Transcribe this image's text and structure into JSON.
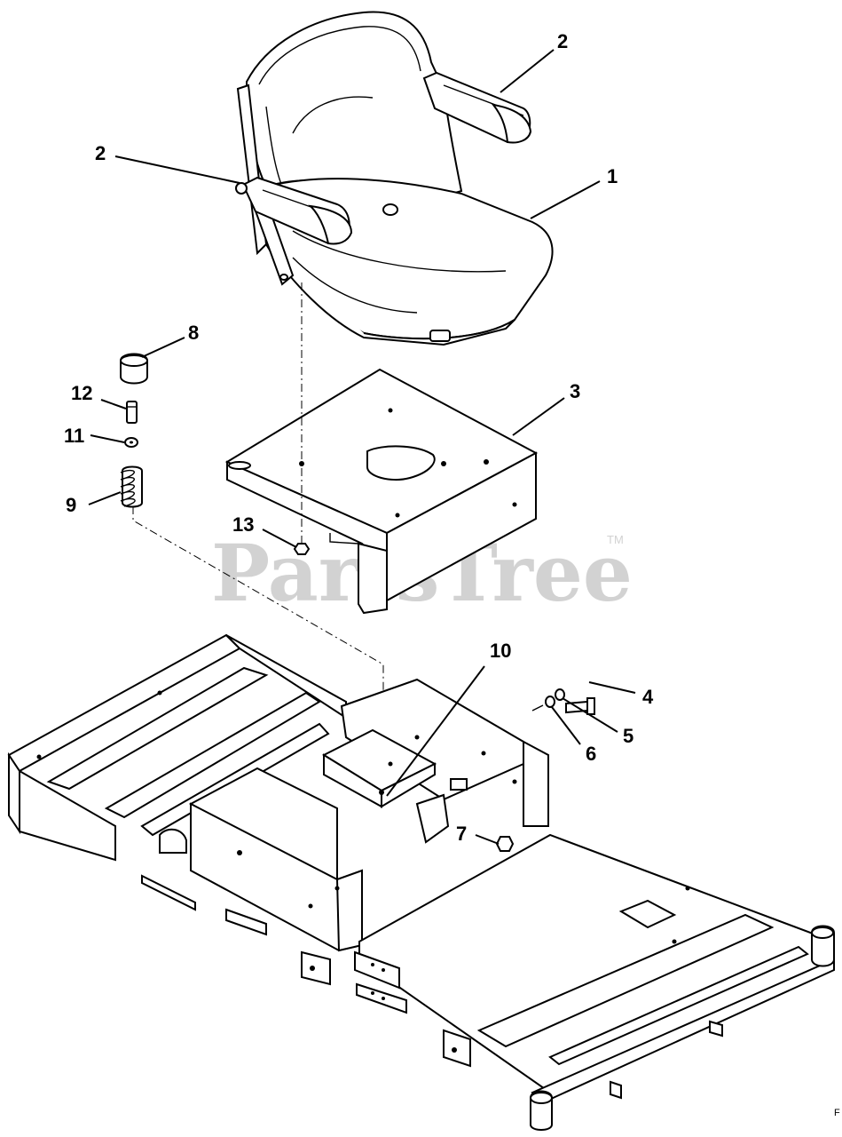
{
  "diagram": {
    "callouts": {
      "seat": "1",
      "armrest_right": "2",
      "armrest_left": "2",
      "seat_mount_box": "3",
      "bolt": "4",
      "washer": "5",
      "lock_washer": "6",
      "nut_frame": "7",
      "cap": "8",
      "spring": "9",
      "frame_pivot": "10",
      "washer_small": "11",
      "spacer": "12",
      "nut_box": "13"
    },
    "watermark": "PartsTree",
    "trademark": "TM",
    "corner_mark": "F"
  },
  "colors": {
    "line": "#000000",
    "watermark": "#d2d2d2",
    "background": "#ffffff"
  }
}
